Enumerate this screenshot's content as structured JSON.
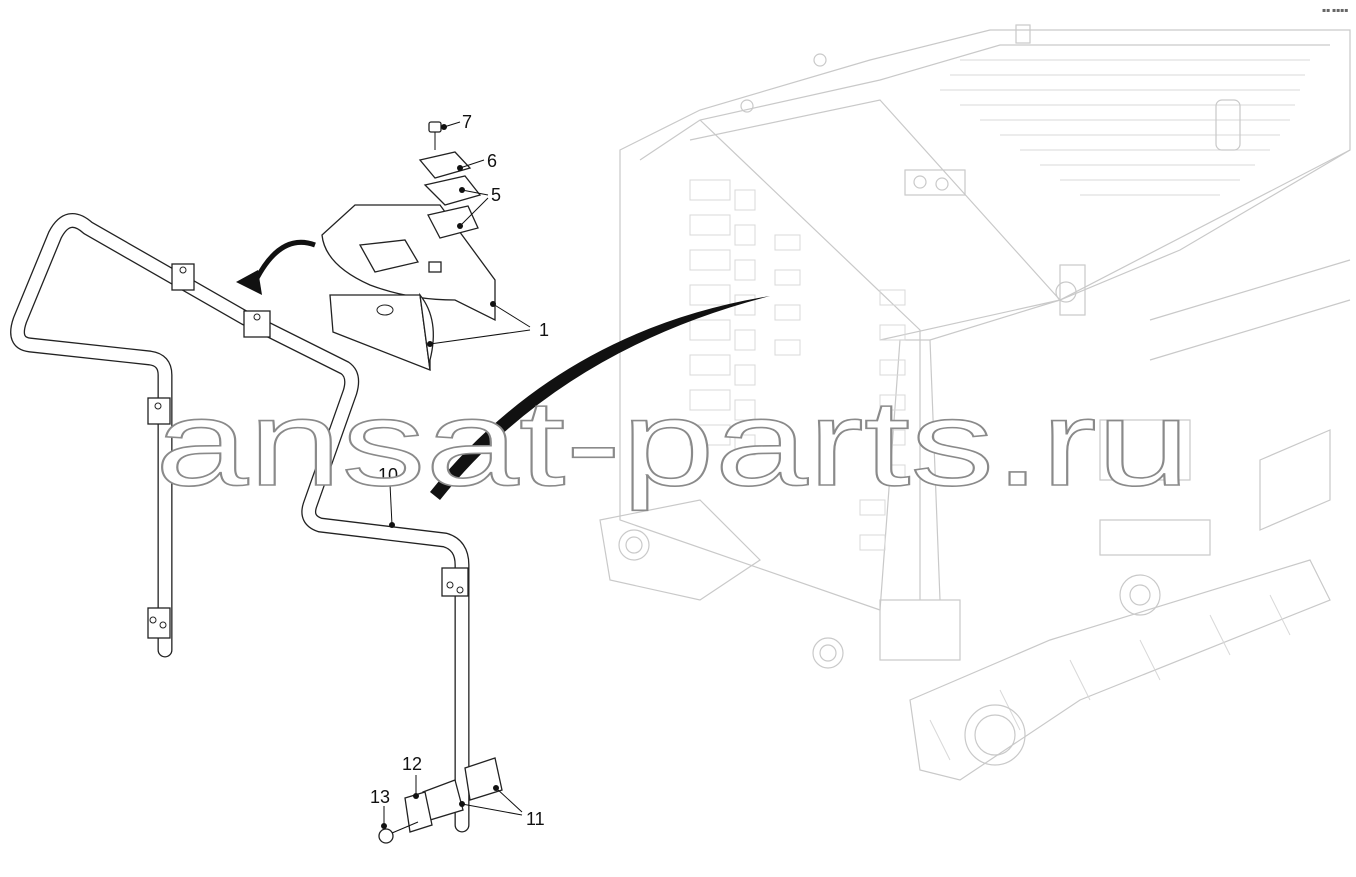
{
  "diagram": {
    "callouts": [
      {
        "id": "c7",
        "text": "7"
      },
      {
        "id": "c6",
        "text": "6"
      },
      {
        "id": "c5",
        "text": "5"
      },
      {
        "id": "c1",
        "text": "1"
      },
      {
        "id": "c10",
        "text": "10"
      },
      {
        "id": "c12",
        "text": "12"
      },
      {
        "id": "c13",
        "text": "13"
      },
      {
        "id": "c11",
        "text": "11"
      }
    ],
    "watermark": "ansat-parts.ru",
    "corner_code": "▪▪ ▪▪▪▪"
  }
}
